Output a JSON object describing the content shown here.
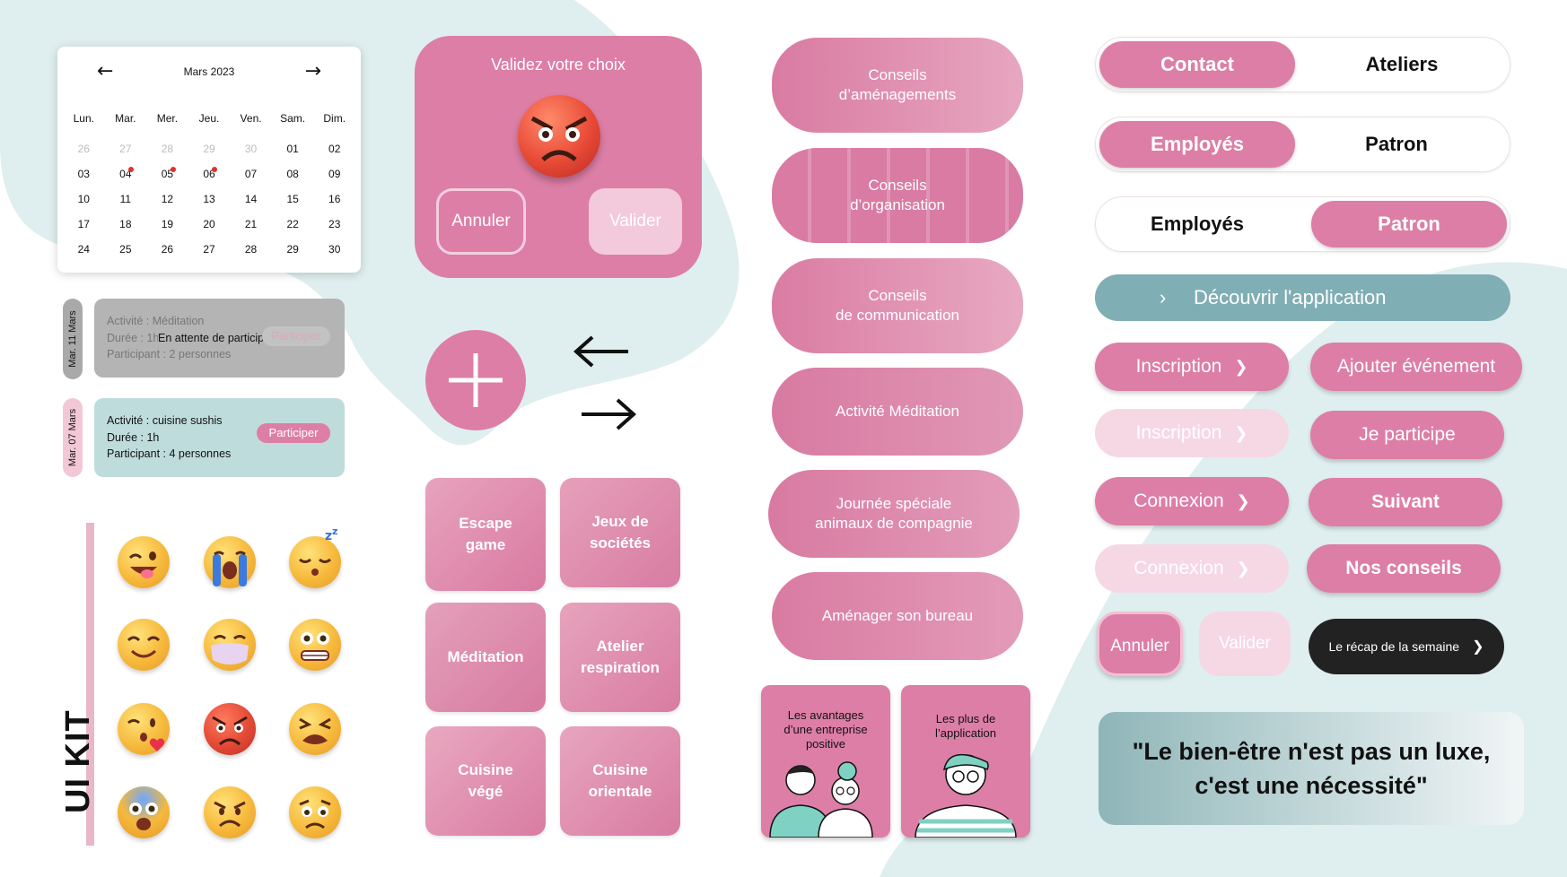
{
  "colors": {
    "pink": "#dd7ea6",
    "pale_pink": "#f6d8e4",
    "teal": "#80aeb5",
    "dark": "#222222",
    "background_blob": "#dfeeee"
  },
  "calendar": {
    "month": "Mars 2023",
    "prev_icon": "arrow-left-icon",
    "next_icon": "arrow-right-icon",
    "weekdays": [
      "Lun.",
      "Mar.",
      "Mer.",
      "Jeu.",
      "Ven.",
      "Sam.",
      "Dim."
    ],
    "weeks": [
      [
        "26",
        "27",
        "28",
        "29",
        "30",
        "01",
        "02"
      ],
      [
        "03",
        "04",
        "05",
        "06",
        "07",
        "08",
        "09"
      ],
      [
        "10",
        "11",
        "12",
        "13",
        "14",
        "15",
        "16"
      ],
      [
        "17",
        "18",
        "19",
        "20",
        "21",
        "22",
        "23"
      ],
      [
        "24",
        "25",
        "26",
        "27",
        "28",
        "29",
        "30"
      ]
    ]
  },
  "activities": [
    {
      "date": "Mar. 11 Mars",
      "activity": "Activité : Méditation",
      "duration": "Durée : 1h",
      "waiting": "En attente de participant ...",
      "participants": "Participant : 2 personnes",
      "button": "Participer"
    },
    {
      "date": "Mar. 07 Mars",
      "activity": "Activité : cuisine sushis",
      "duration": "Durée : 1h",
      "participants": "Participant : 4 personnes",
      "button": "Participer"
    }
  ],
  "kit_label": "UI KIT",
  "emojis": [
    "winking-tongue-emoji",
    "loudly-crying-emoji",
    "sleeping-emoji",
    "smiling-emoji",
    "mask-emoji",
    "grimacing-emoji",
    "kissing-emoji",
    "angry-emoji",
    "tired-emoji",
    "fearful-emoji",
    "angry-frown-emoji",
    "worried-emoji"
  ],
  "modal": {
    "title": "Validez votre choix",
    "cancel": "Annuler",
    "confirm": "Valider"
  },
  "tiles": [
    {
      "label_1": "Escape",
      "label_2": "game"
    },
    {
      "label_1": "Jeux de",
      "label_2": "sociétés"
    },
    {
      "label_1": "Méditation",
      "label_2": ""
    },
    {
      "label_1": "Atelier",
      "label_2": "respiration"
    },
    {
      "label_1": "Cuisine",
      "label_2": "végé"
    },
    {
      "label_1": "Cuisine",
      "label_2": "orientale"
    }
  ],
  "advice": [
    {
      "line_1": "Conseils",
      "line_2": "d’aménagements"
    },
    {
      "line_1": "Conseils",
      "line_2": "d’organisation"
    },
    {
      "line_1": "Conseils",
      "line_2": "de communication"
    },
    {
      "line_1": "Activité Méditation",
      "line_2": ""
    },
    {
      "line_1": "Journée spéciale",
      "line_2": "animaux de compagnie"
    },
    {
      "line_1": "Aménager son bureau",
      "line_2": ""
    }
  ],
  "cards": [
    {
      "line_1": "Les avantages",
      "line_2": "d’une entreprise",
      "line_3": "positive"
    },
    {
      "line_1": "Les plus de",
      "line_2": "l’application",
      "line_3": ""
    }
  ],
  "toggles": [
    {
      "on": "Contact",
      "off": "Ateliers"
    },
    {
      "on": "Employés",
      "off": "Patron"
    },
    {
      "off": "Employés",
      "on": "Patron"
    }
  ],
  "discover": "Découvrir l'application",
  "buttons": {
    "inscription": "Inscription",
    "inscription_disabled": "Inscription",
    "connexion": "Connexion",
    "connexion_disabled": "Connexion",
    "ajouter": "Ajouter événement",
    "participe": "Je participe",
    "suivant": "Suivant",
    "conseils": "Nos conseils",
    "annuler": "Annuler",
    "valider": "Valider",
    "recap": "Le récap de la semaine"
  },
  "quote": {
    "line_1": "\"Le bien-être n'est pas un luxe,",
    "line_2": "c'est une nécessité\""
  }
}
